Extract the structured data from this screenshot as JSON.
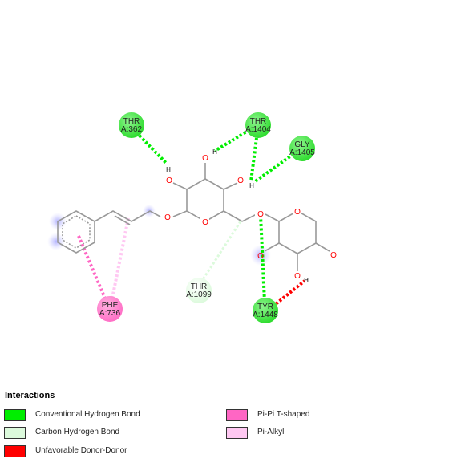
{
  "colors": {
    "conventional_hbond": "#00ee00",
    "carbon_hbond": "#dcfadc",
    "unfavorable_donor_donor": "#ff0000",
    "pi_pi_tshaped": "#ff66c4",
    "pi_alkyl": "#ffc8f2",
    "bond_line": "#999999",
    "oxygen": "#ff0000",
    "hydrogen": "#000000"
  },
  "residues": [
    {
      "name": "THR",
      "id": "A:362"
    },
    {
      "name": "THR",
      "id": "A:1404"
    },
    {
      "name": "GLY",
      "id": "A:1405"
    },
    {
      "name": "THR",
      "id": "A:1099"
    },
    {
      "name": "TYR",
      "id": "A:1448"
    },
    {
      "name": "PHE",
      "id": "A:736"
    }
  ],
  "atoms": {
    "hydrogen_label": "H"
  },
  "legend": {
    "title": "Interactions",
    "items": [
      {
        "label": "Conventional Hydrogen Bond"
      },
      {
        "label": "Carbon Hydrogen Bond"
      },
      {
        "label": "Unfavorable Donor-Donor"
      },
      {
        "label": "Pi-Pi T-shaped"
      },
      {
        "label": "Pi-Alkyl"
      }
    ]
  }
}
